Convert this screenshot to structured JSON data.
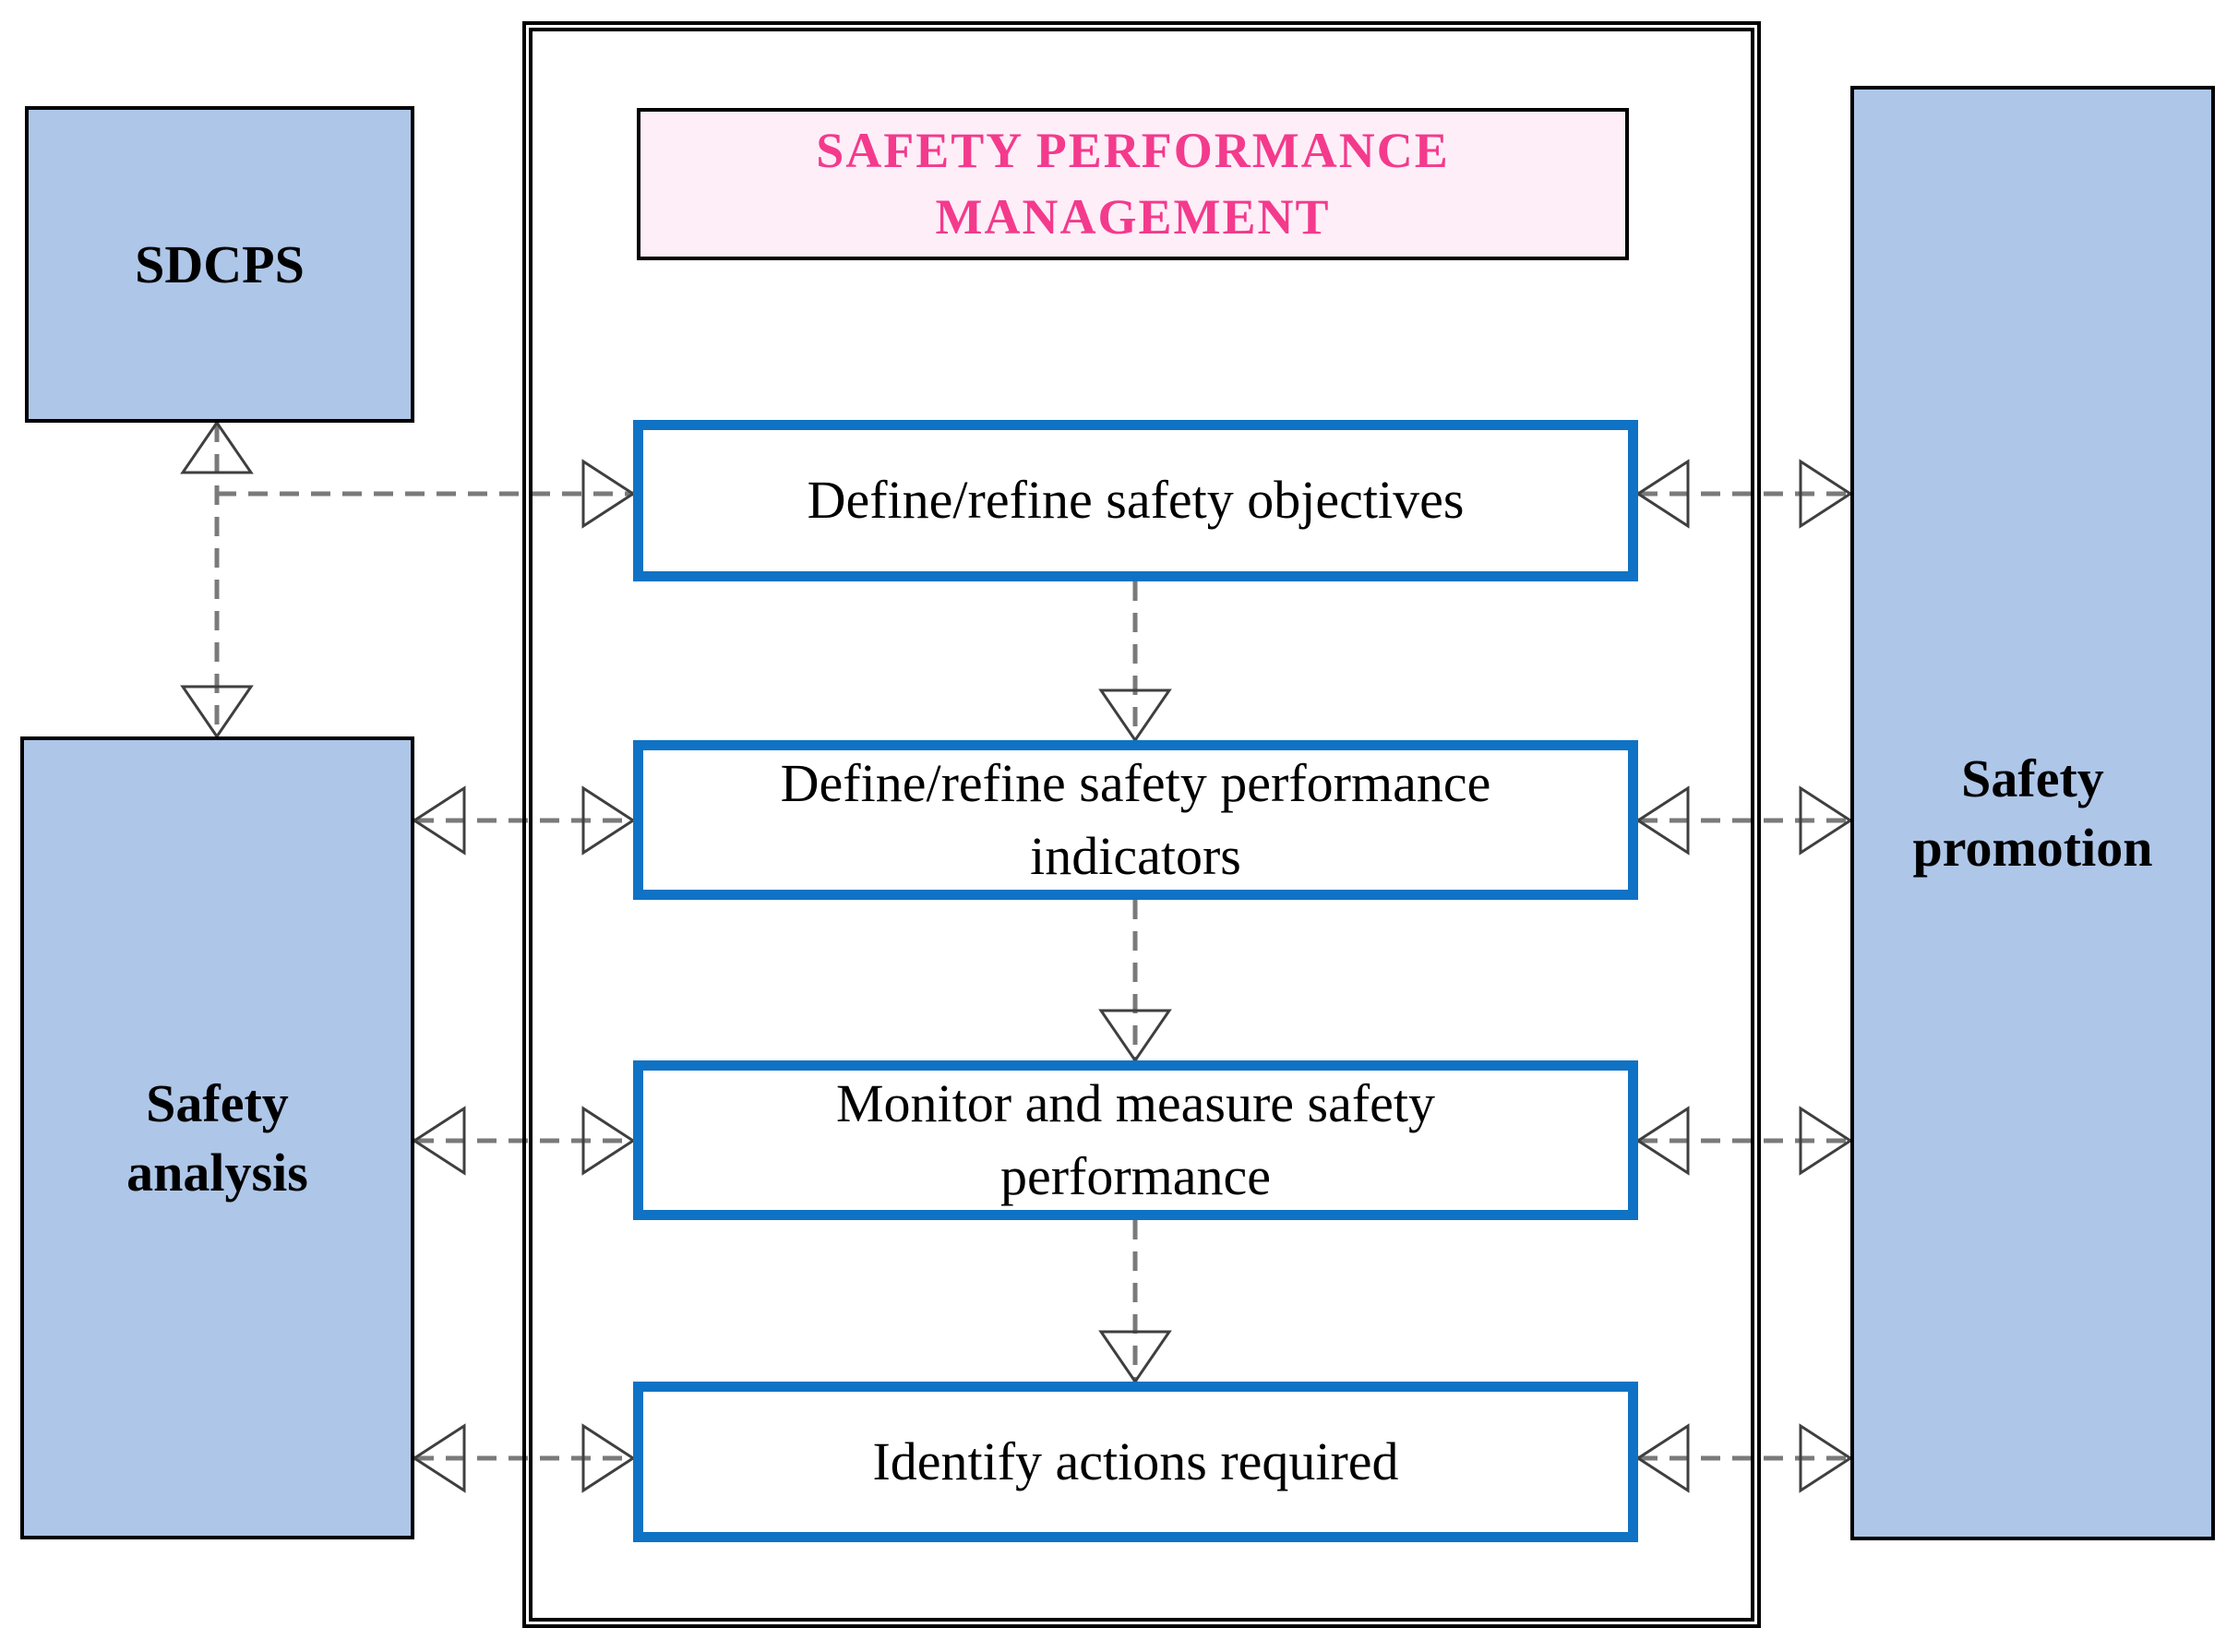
{
  "title": {
    "line1": "SAFETY PERFORMANCE",
    "line2": "MANAGEMENT"
  },
  "nodes": {
    "sdcps": "SDCPS",
    "safety_analysis": "Safety analysis",
    "safety_promotion": "Safety promotion"
  },
  "steps": [
    "Define/refine safety objectives",
    "Define/refine safety performance indicators",
    "Monitor and measure safety performance",
    "Identify actions required"
  ],
  "colors": {
    "node-fill": "#aec6e8",
    "node-border": "#000000",
    "step-border": "#1072c4",
    "title-bg": "#fdeef8",
    "title-text": "#f43a8c",
    "connector": "#7a7a7a",
    "arrowhead": "#3f3f3f"
  }
}
